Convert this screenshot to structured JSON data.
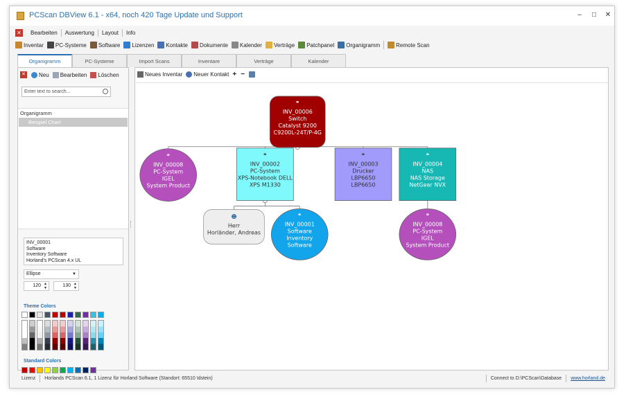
{
  "window": {
    "title": "PCScan DBView 6.1 - x64, noch 420 Tage Update und Support",
    "minimize": "–",
    "maximize": "□",
    "close": "✕"
  },
  "menubar": {
    "close_glyph": "✕",
    "items": [
      "Bearbeiten",
      "Auswertung",
      "Layout",
      "Info"
    ]
  },
  "toolbar": {
    "items": [
      {
        "label": "Inventar",
        "icon": "cart-icon",
        "color": "#c8872a"
      },
      {
        "label": "PC-Systeme",
        "icon": "monitor-icon",
        "color": "#444444"
      },
      {
        "label": "Software",
        "icon": "disc-icon",
        "color": "#7a5c3c"
      },
      {
        "label": "Lizenzen",
        "icon": "windows-icon",
        "color": "#2f7dd0"
      },
      {
        "label": "Kontakte",
        "icon": "people-icon",
        "color": "#4a6fb2"
      },
      {
        "label": "Dokumente",
        "icon": "document-icon",
        "color": "#b44b4b"
      },
      {
        "label": "Kalender",
        "icon": "calendar-icon",
        "color": "#888888"
      },
      {
        "label": "Verträge",
        "icon": "folder-icon",
        "color": "#e0b040"
      },
      {
        "label": "Patchpanel",
        "icon": "patch-icon",
        "color": "#5a8a3a"
      },
      {
        "label": "Organigramm",
        "icon": "org-icon",
        "color": "#3a6ea5"
      },
      {
        "label": "Remote Scan",
        "icon": "scan-icon",
        "color": "#c28a2e"
      }
    ]
  },
  "tabs": [
    {
      "label": "Organigramm",
      "active": true
    },
    {
      "label": "PC-Systeme",
      "active": false
    },
    {
      "label": "Import Scans",
      "active": false
    },
    {
      "label": "Inventare",
      "active": false
    },
    {
      "label": "Verträge",
      "active": false
    },
    {
      "label": "Kalender",
      "active": false
    }
  ],
  "left_panel": {
    "toolbar": {
      "delete_glyph": "✕",
      "new_label": "Neu",
      "edit_label": "Bearbeiten",
      "delete_label": "Löschen"
    },
    "search_placeholder": "Enter text to search...",
    "tree": {
      "root": "Organigramm",
      "selected": "Beispiel Chart"
    },
    "properties": {
      "text_lines": [
        "INV_00001",
        "Software",
        "Inventory Software",
        "Horland's PCScan 4.x UL"
      ],
      "shape": "Ellipse",
      "width": "120",
      "height": "130"
    },
    "theme_colors_label": "Theme Colors",
    "standard_colors_label": "Standard Colors",
    "theme_colors": [
      "#ffffff",
      "#000000",
      "#e7e6e6",
      "#44546a",
      "#c00000",
      "#c00000",
      "#1f1fa8",
      "#2f6b4a",
      "#7030a0",
      "#3cc0e0",
      "#00b0f0"
    ],
    "standard_colors": [
      "#c00000",
      "#ff0000",
      "#ffc000",
      "#ffff00",
      "#92d050",
      "#00b050",
      "#00b0f0",
      "#0070c0",
      "#002060",
      "#7030a0"
    ]
  },
  "canvas_toolbar": {
    "new_inventory_label": "Neues Inventar",
    "new_contact_label": "Neuer Kontakt",
    "add_symbol": "+",
    "remove_symbol": "−"
  },
  "org_chart": {
    "nodes": [
      {
        "id": "root",
        "lines": [
          "INV_00006",
          "Switch",
          "Catalyst 9200",
          "C9200L-24T/P-4G"
        ],
        "shape": "rounded",
        "fill": "#a00000",
        "text": "#ffffff"
      },
      {
        "id": "n1",
        "lines": [
          "INV_00008",
          "PC-System",
          "IGEL",
          "System Product"
        ],
        "shape": "ellipse",
        "fill": "#b44fbc",
        "text": "#ffffff"
      },
      {
        "id": "n2",
        "lines": [
          "INV_00002",
          "PC-System",
          "XPS-Notebook DELL",
          "XPS M1330"
        ],
        "shape": "rect",
        "fill": "#7ff9fc",
        "text": "#333333"
      },
      {
        "id": "n3",
        "lines": [
          "INV_00003",
          "Drucker",
          "LBP6650",
          "LBP6650"
        ],
        "shape": "rect",
        "fill": "#a19bfb",
        "text": "#333333"
      },
      {
        "id": "n4",
        "lines": [
          "INV_00004",
          "NAS",
          "NAS Storage",
          "NetGear NVX"
        ],
        "shape": "rect",
        "fill": "#17b8b4",
        "text": "#ffffff"
      },
      {
        "id": "n5",
        "lines": [
          "Herr",
          "Horländer, Andreas"
        ],
        "shape": "rounded",
        "fill": "#eeeeee",
        "text": "#333333"
      },
      {
        "id": "n6",
        "lines": [
          "INV_00001",
          "Software",
          "Inventory",
          "Software"
        ],
        "shape": "ellipse",
        "fill": "#12a5ec",
        "text": "#ffffff"
      },
      {
        "id": "n7",
        "lines": [
          "INV_00008",
          "PC-System",
          "IGEL",
          "System Product"
        ],
        "shape": "ellipse",
        "fill": "#b44fbc",
        "text": "#ffffff"
      }
    ]
  },
  "statusbar": {
    "license_label": "Lizenz",
    "license_text": "Horlands PCScan 6.1, 1 Lizenz für Horland Software (Standort: 65510 Idstein)",
    "connection": "Connect to D:\\PCScan\\Database",
    "website": "www.horland.de"
  }
}
